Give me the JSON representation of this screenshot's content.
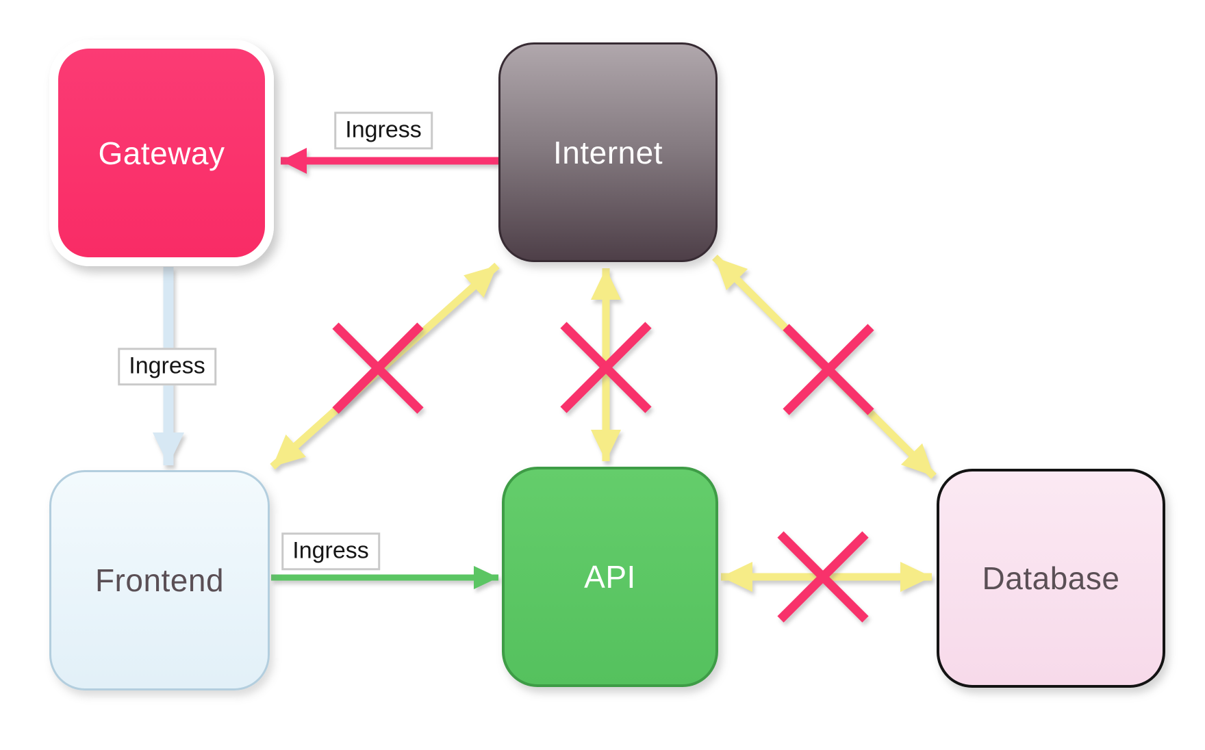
{
  "diagram": {
    "nodes": {
      "gateway": {
        "label": "Gateway"
      },
      "internet": {
        "label": "Internet"
      },
      "frontend": {
        "label": "Frontend"
      },
      "api": {
        "label": "API"
      },
      "database": {
        "label": "Database"
      }
    },
    "edge_labels": {
      "internet_to_gateway": "Ingress",
      "gateway_to_frontend": "Ingress",
      "frontend_to_api": "Ingress"
    },
    "edges": [
      {
        "from": "internet",
        "to": "gateway",
        "label": "Ingress",
        "color_name": "pink",
        "direction": "one-way",
        "blocked": false
      },
      {
        "from": "gateway",
        "to": "frontend",
        "label": "Ingress",
        "color_name": "light-blue",
        "direction": "one-way",
        "blocked": false
      },
      {
        "from": "frontend",
        "to": "api",
        "label": "Ingress",
        "color_name": "green",
        "direction": "one-way",
        "blocked": false
      },
      {
        "from": "frontend",
        "to": "internet",
        "label": "",
        "color_name": "yellow",
        "direction": "two-way",
        "blocked": true
      },
      {
        "from": "internet",
        "to": "api",
        "label": "",
        "color_name": "yellow",
        "direction": "two-way",
        "blocked": true
      },
      {
        "from": "internet",
        "to": "database",
        "label": "",
        "color_name": "yellow",
        "direction": "two-way",
        "blocked": true
      },
      {
        "from": "api",
        "to": "database",
        "label": "",
        "color_name": "yellow",
        "direction": "two-way",
        "blocked": true
      }
    ]
  },
  "colors": {
    "pink": "#FA3370",
    "yellow": "#F6EC87",
    "green": "#5BC563",
    "blue-arrow": "#D7E8F4",
    "blocked-x": "#F8326B",
    "gateway-fill-top": "#FB3B74",
    "gateway-fill-bottom": "#F92C66",
    "gateway-border": "#FFFFFF",
    "gateway-text": "#FFFFFF",
    "internet-fill-top": "#B0A7AC",
    "internet-fill-bottom": "#4E3F48",
    "internet-border": "#372B33",
    "internet-text": "#FFFFFF",
    "frontend-fill-top": "#F3FAFD",
    "frontend-fill-bottom": "#E2F0F8",
    "frontend-border": "#B3CEDE",
    "frontend-text": "#5A4F55",
    "api-fill-top": "#64CD6B",
    "api-fill-bottom": "#55C15E",
    "api-border": "#3E9C46",
    "api-text": "#FFFFFF",
    "database-fill-top": "#FBE9F3",
    "database-fill-bottom": "#F7DAEA",
    "database-border": "#131313",
    "database-text": "#5A4F55",
    "label-border": "#C9C9C9",
    "label-text": "#151515"
  }
}
